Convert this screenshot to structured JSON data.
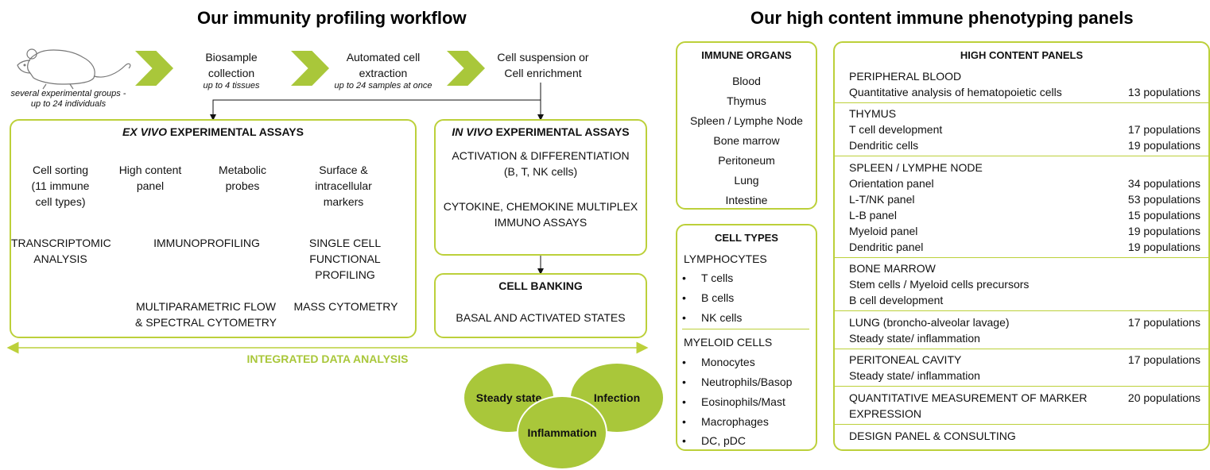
{
  "left_title": "Our immunity profiling workflow",
  "right_title": "Our high content immune phenotyping panels",
  "mouse_caption": [
    "several experimental groups -",
    "up to 24 individuals"
  ],
  "steps": [
    {
      "label": [
        "Biosample",
        "collection"
      ],
      "sub": "up to 4 tissues"
    },
    {
      "label": [
        "Automated cell",
        "extraction"
      ],
      "sub": "up to 24 samples at once"
    },
    {
      "label": [
        "Cell suspension or",
        "Cell enrichment"
      ],
      "sub": ""
    }
  ],
  "ex_vivo": {
    "title_italic": "EX VIVO",
    "title_rest": " EXPERIMENTAL ASSAYS",
    "col1": [
      "Cell sorting",
      "(11 immune",
      "cell types)"
    ],
    "col2": [
      "High content",
      "panel"
    ],
    "col3": [
      "Metabolic",
      "probes"
    ],
    "col4": [
      "Surface &",
      "intracellular",
      "markers"
    ],
    "transcriptomic": [
      "TRANSCRIPTOMIC",
      "ANALYSIS"
    ],
    "immunoprofiling": "IMMUNOPROFILING",
    "single_cell": [
      "SINGLE CELL",
      "FUNCTIONAL PROFILING"
    ],
    "flow": [
      "MULTIPARAMETRIC FLOW",
      "& SPECTRAL CYTOMETRY"
    ],
    "mass": "MASS CYTOMETRY"
  },
  "in_vivo": {
    "title_italic": "IN VIVO",
    "title_rest": " EXPERIMENTAL ASSAYS",
    "activation": [
      "ACTIVATION & DIFFERENTIATION",
      "(B, T, NK cells)"
    ],
    "cytokine": [
      "CYTOKINE, CHEMOKINE MULTIPLEX",
      "IMMUNO ASSAYS"
    ]
  },
  "cell_banking": {
    "title": "CELL BANKING",
    "text": "BASAL AND ACTIVATED STATES"
  },
  "integrated": "INTEGRATED DATA ANALYSIS",
  "circles": [
    "Steady state",
    "Infection",
    "Inflammation"
  ],
  "immune_organs": {
    "title": "IMMUNE ORGANS",
    "items": [
      "Blood",
      "Thymus",
      "Spleen / Lymphe Node",
      "Bone marrow",
      "Peritoneum",
      "Lung",
      "Intestine"
    ]
  },
  "cell_types": {
    "title": "CELL TYPES",
    "lymphocytes": "LYMPHOCYTES",
    "lymph_items": [
      "T cells",
      "B cells",
      "NK cells"
    ],
    "myeloid": "MYELOID CELLS",
    "myeloid_items": [
      "Monocytes",
      "Neutrophils/Basop",
      "Eosinophils/Mast",
      "Macrophages",
      "DC, pDC"
    ],
    "bullet": "•"
  },
  "panels": {
    "title": "HIGH CONTENT PANELS",
    "lines": [
      {
        "label": "PERIPHERAL BLOOD",
        "pop": ""
      },
      {
        "label": "Quantitative analysis of hematopoietic cells",
        "pop": "13 populations"
      },
      {
        "label": "THYMUS",
        "pop": ""
      },
      {
        "label": "T cell development",
        "pop": "17 populations"
      },
      {
        "label": "Dendritic cells",
        "pop": "19 populations"
      },
      {
        "label": "SPLEEN / LYMPHE NODE",
        "pop": ""
      },
      {
        "label": "Orientation panel",
        "pop": "34 populations"
      },
      {
        "label": "L-T/NK panel",
        "pop": "53 populations"
      },
      {
        "label": "L-B panel",
        "pop": "15 populations"
      },
      {
        "label": "Myeloid panel",
        "pop": "19 populations"
      },
      {
        "label": "Dendritic panel",
        "pop": "19 populations"
      },
      {
        "label": "BONE MARROW",
        "pop": ""
      },
      {
        "label": "Stem cells / Myeloid cells precursors",
        "pop": ""
      },
      {
        "label": "B cell development",
        "pop": ""
      },
      {
        "label": "LUNG (broncho-alveolar lavage)",
        "pop": "17 populations"
      },
      {
        "label": "Steady state/ inflammation",
        "pop": ""
      },
      {
        "label": "PERITONEAL CAVITY",
        "pop": "17 populations"
      },
      {
        "label": "Steady state/ inflammation",
        "pop": ""
      },
      {
        "label": "QUANTITATIVE MEASUREMENT OF MARKER",
        "pop": "20 populations"
      },
      {
        "label": "EXPRESSION",
        "pop": ""
      },
      {
        "label": "DESIGN PANEL & CONSULTING",
        "pop": ""
      }
    ]
  },
  "colors": {
    "accent": "#a9c73a",
    "border": "#bcd03a"
  }
}
